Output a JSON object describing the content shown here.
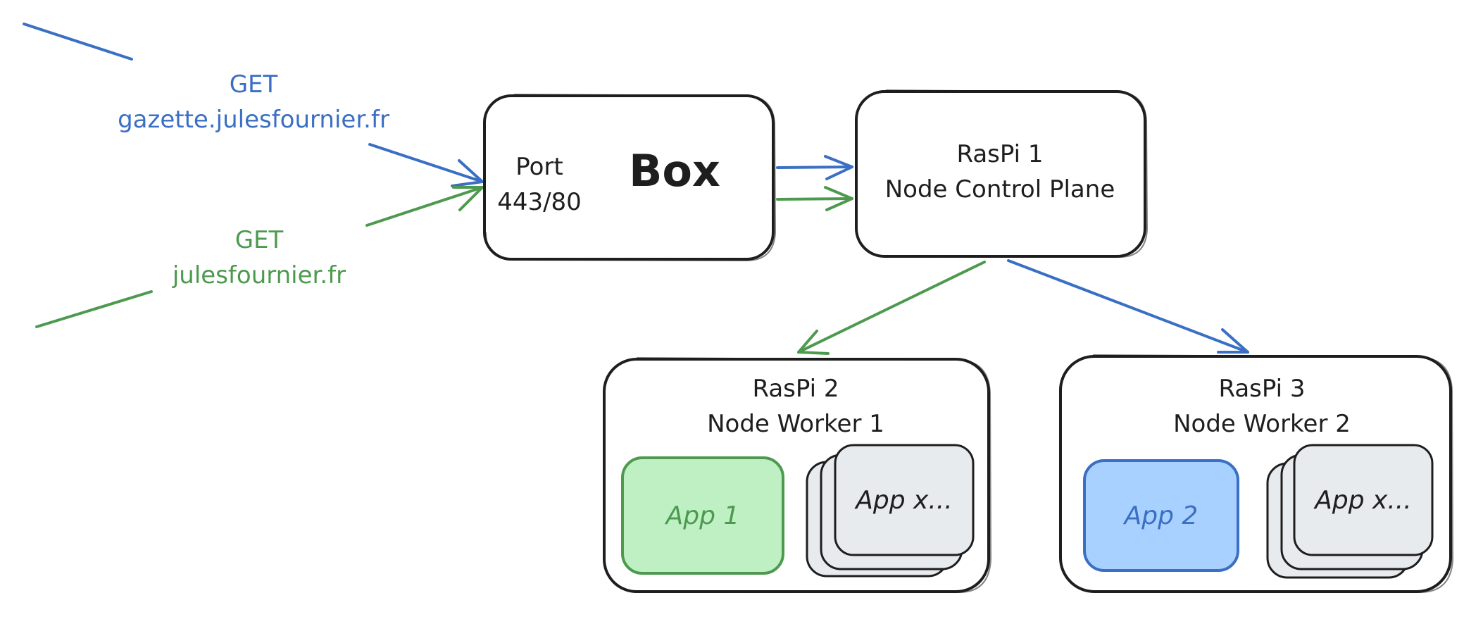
{
  "colors": {
    "blue": "#3a6fc4",
    "green": "#4d9a4f",
    "ink": "#1e1e1e",
    "app1_fill": "#bff0c4",
    "app2_fill": "#a9d1ff",
    "appx_fill": "#e8ebee"
  },
  "requests": {
    "blue": {
      "method": "GET",
      "host": "gazette.julesfournier.fr"
    },
    "green": {
      "method": "GET",
      "host": "julesfournier.fr"
    }
  },
  "box": {
    "port_line1": "Port",
    "port_line2": "443/80",
    "title": "Box"
  },
  "raspi1": {
    "line1": "RasPi 1",
    "line2": "Node Control Plane"
  },
  "raspi2": {
    "line1": "RasPi 2",
    "line2": "Node Worker 1",
    "app": "App 1",
    "app_stack": "App x..."
  },
  "raspi3": {
    "line1": "RasPi 3",
    "line2": "Node Worker 2",
    "app": "App 2",
    "app_stack": "App x..."
  }
}
